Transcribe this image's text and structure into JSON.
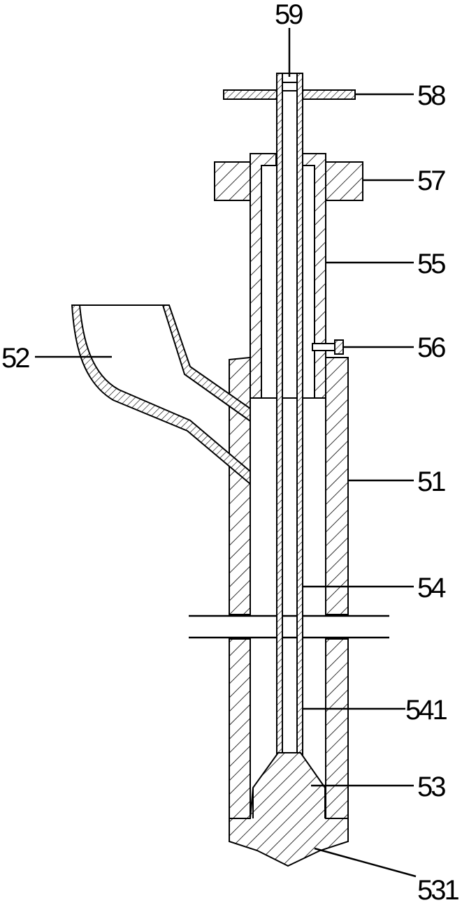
{
  "figure": {
    "labels": {
      "l59": "59",
      "l58": "58",
      "l57": "57",
      "l55": "55",
      "l56": "56",
      "l52": "52",
      "l51": "51",
      "l54": "54",
      "l541": "541",
      "l53": "53",
      "l531": "531"
    }
  }
}
